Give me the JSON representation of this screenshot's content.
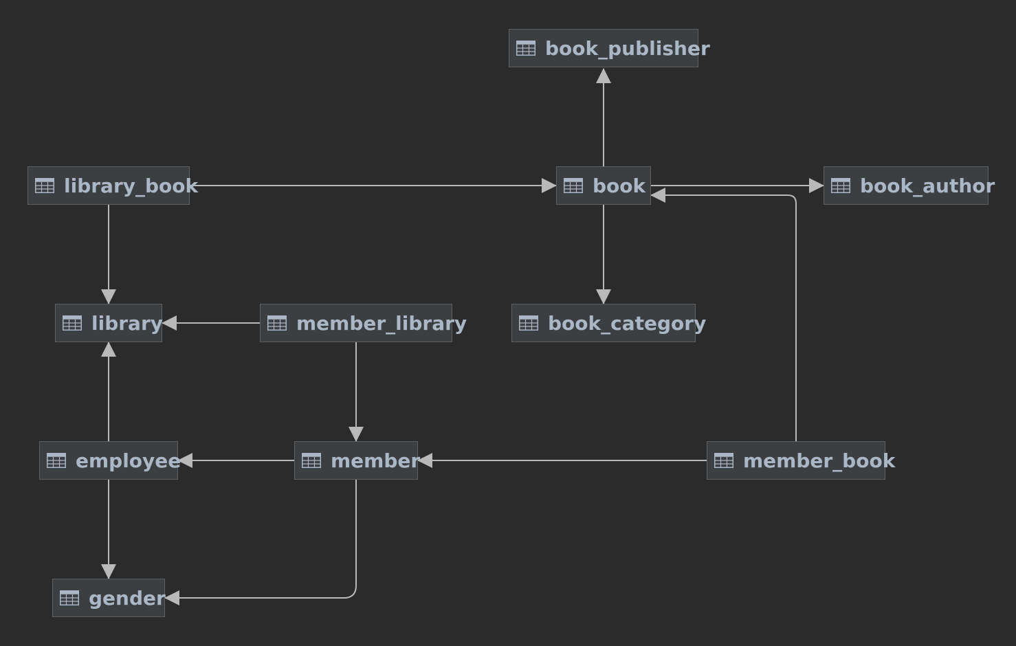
{
  "diagram": {
    "nodes": [
      {
        "id": "book_publisher",
        "label": "book_publisher",
        "icon": "table-icon"
      },
      {
        "id": "library_book",
        "label": "library_book",
        "icon": "table-icon"
      },
      {
        "id": "book",
        "label": "book",
        "icon": "table-icon"
      },
      {
        "id": "book_author",
        "label": "book_author",
        "icon": "table-icon"
      },
      {
        "id": "library",
        "label": "library",
        "icon": "table-icon"
      },
      {
        "id": "member_library",
        "label": "member_library",
        "icon": "table-icon"
      },
      {
        "id": "book_category",
        "label": "book_category",
        "icon": "table-icon"
      },
      {
        "id": "employee",
        "label": "employee",
        "icon": "table-icon"
      },
      {
        "id": "member",
        "label": "member",
        "icon": "table-icon"
      },
      {
        "id": "member_book",
        "label": "member_book",
        "icon": "table-icon"
      },
      {
        "id": "gender",
        "label": "gender",
        "icon": "table-icon"
      }
    ],
    "edges": [
      {
        "from": "book",
        "to": "book_publisher"
      },
      {
        "from": "library_book",
        "to": "book"
      },
      {
        "from": "book",
        "to": "book_author"
      },
      {
        "from": "member_book",
        "to": "book"
      },
      {
        "from": "library_book",
        "to": "library"
      },
      {
        "from": "book",
        "to": "book_category"
      },
      {
        "from": "member_library",
        "to": "library"
      },
      {
        "from": "member_library",
        "to": "member"
      },
      {
        "from": "employee",
        "to": "library"
      },
      {
        "from": "member",
        "to": "employee"
      },
      {
        "from": "member_book",
        "to": "member"
      },
      {
        "from": "employee",
        "to": "gender"
      },
      {
        "from": "member",
        "to": "gender"
      }
    ],
    "colors": {
      "background": "#2b2b2b",
      "node_fill": "#3c3f41",
      "node_border": "#5e6163",
      "label": "#a9b7c6",
      "edge": "#b9b9b9"
    }
  }
}
